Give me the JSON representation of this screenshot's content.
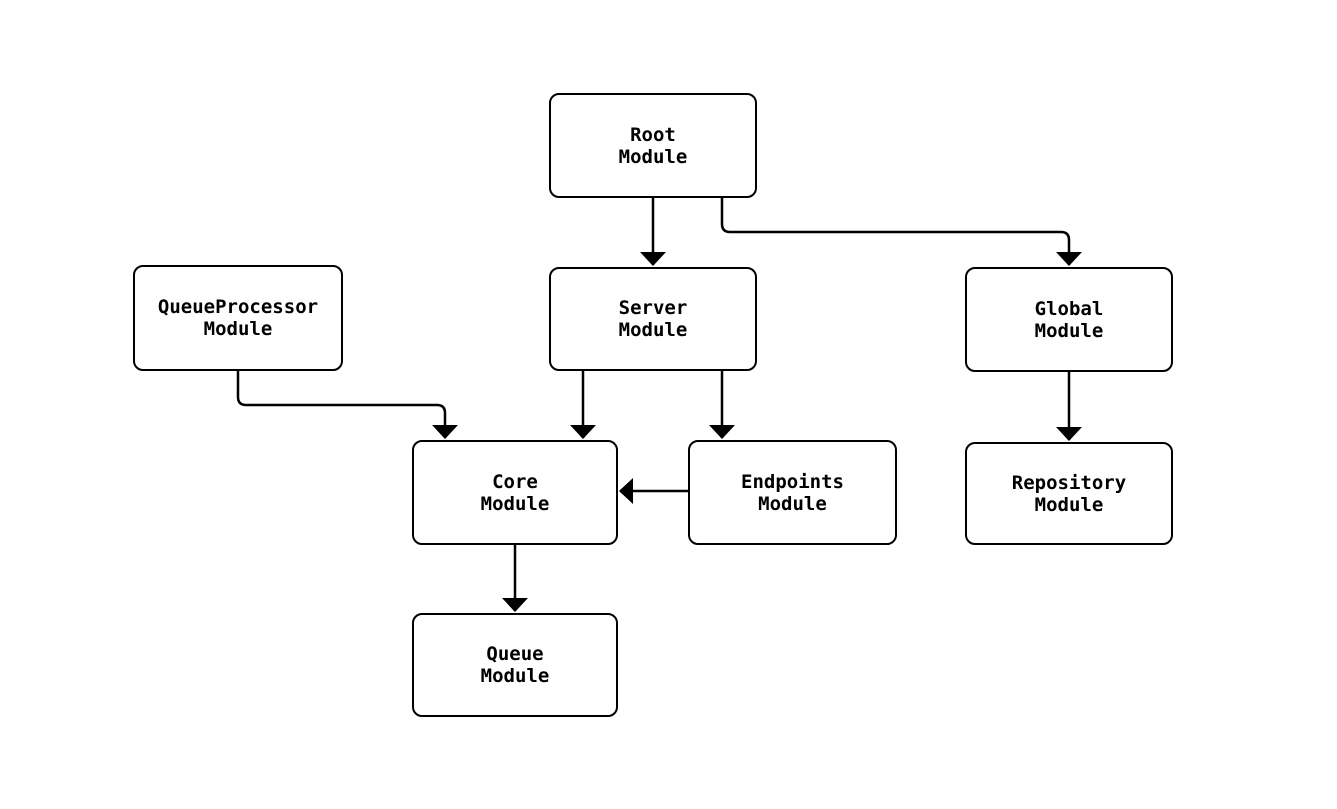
{
  "diagram": {
    "type": "module-dependency-graph",
    "background": "#ffffff",
    "node_fill": "#ffffff",
    "node_stroke": "#000000",
    "edge_color": "#000000",
    "nodes": [
      {
        "id": "root",
        "label": "Root\nModule"
      },
      {
        "id": "server",
        "label": "Server\nModule"
      },
      {
        "id": "global",
        "label": "Global\nModule"
      },
      {
        "id": "queueprocessor",
        "label": "QueueProcessor\nModule"
      },
      {
        "id": "core",
        "label": "Core\nModule"
      },
      {
        "id": "endpoints",
        "label": "Endpoints\nModule"
      },
      {
        "id": "repository",
        "label": "Repository\nModule"
      },
      {
        "id": "queue",
        "label": "Queue\nModule"
      }
    ],
    "edges": [
      {
        "from": "root",
        "to": "server"
      },
      {
        "from": "root",
        "to": "global"
      },
      {
        "from": "queueprocessor",
        "to": "core"
      },
      {
        "from": "server",
        "to": "core"
      },
      {
        "from": "server",
        "to": "endpoints"
      },
      {
        "from": "endpoints",
        "to": "core"
      },
      {
        "from": "global",
        "to": "repository"
      },
      {
        "from": "core",
        "to": "queue"
      }
    ]
  }
}
